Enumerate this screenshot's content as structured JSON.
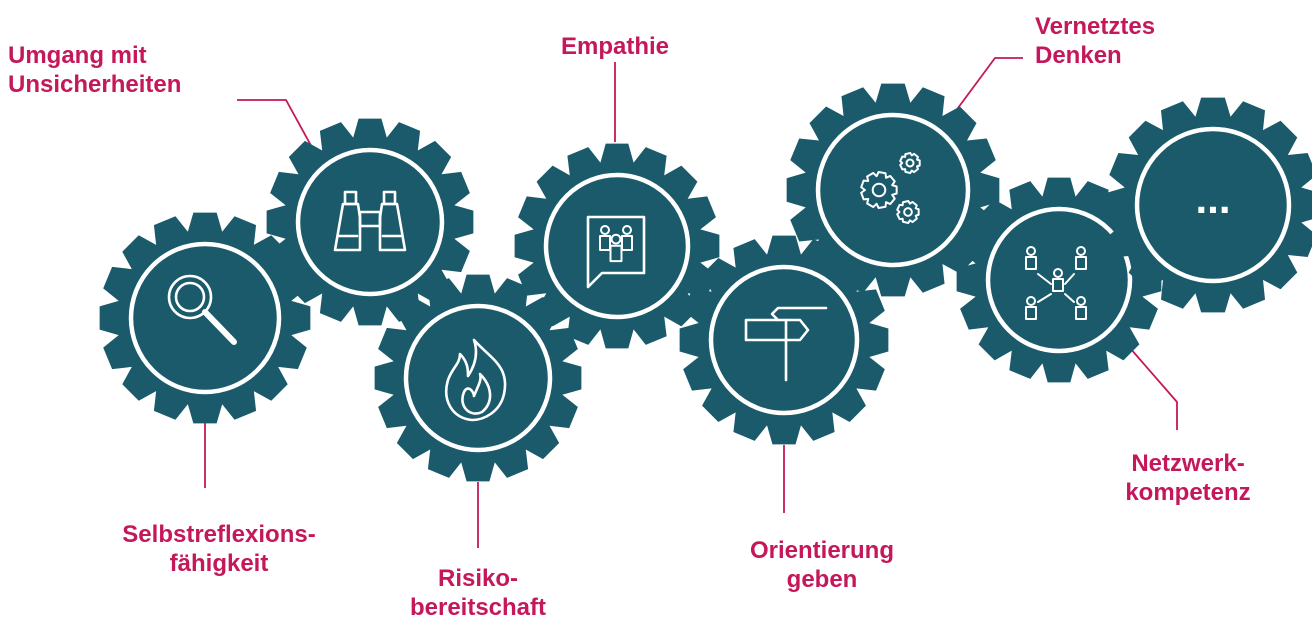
{
  "colors": {
    "gear": "#1a5a6b",
    "ring": "#ffffff",
    "accent": "#c4185a"
  },
  "skills": [
    {
      "id": "selbstreflexion",
      "icon": "magnifier-icon",
      "label": [
        "Selbstreflexions-",
        "fähigkeit"
      ]
    },
    {
      "id": "unsicherheiten",
      "icon": "binoculars-icon",
      "label": [
        "Umgang mit",
        "Unsicherheiten"
      ]
    },
    {
      "id": "risiko",
      "icon": "flame-icon",
      "label": [
        "Risiko-",
        "bereitschaft"
      ]
    },
    {
      "id": "empathie",
      "icon": "people-speech-icon",
      "label": [
        "Empathie"
      ]
    },
    {
      "id": "orientierung",
      "icon": "signpost-icon",
      "label": [
        "Orientierung",
        "geben"
      ]
    },
    {
      "id": "vernetzt",
      "icon": "cogs-icon",
      "label": [
        "Vernetztes",
        "Denken"
      ]
    },
    {
      "id": "netzwerk",
      "icon": "network-people-icon",
      "label": [
        "Netzwerk-",
        "kompetenz"
      ]
    },
    {
      "id": "mehr",
      "icon": "ellipsis-icon",
      "label": [
        "..."
      ]
    }
  ]
}
